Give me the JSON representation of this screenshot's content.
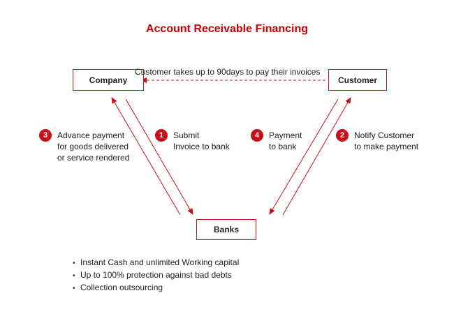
{
  "title": "Account Receivable Financing",
  "nodes": {
    "company": "Company",
    "customer": "Customer",
    "banks": "Banks"
  },
  "dashed_edge_label": "Customer takes up to 90days to pay their invoices",
  "steps": [
    {
      "number": "1",
      "lines": [
        "Submit",
        "Invoice to bank"
      ]
    },
    {
      "number": "2",
      "lines": [
        "Notify Customer",
        "to make payment"
      ]
    },
    {
      "number": "3",
      "lines": [
        "Advance payment",
        "for goods delivered",
        "or service rendered"
      ]
    },
    {
      "number": "4",
      "lines": [
        "Payment",
        "to bank"
      ]
    }
  ],
  "benefits": [
    "Instant Cash and unlimited Working capital",
    "Up to 100% protection against bad debts",
    "Collection outsourcing"
  ],
  "colors": {
    "accent": "#c8101a",
    "title": "#cc0000",
    "text": "#222222"
  }
}
